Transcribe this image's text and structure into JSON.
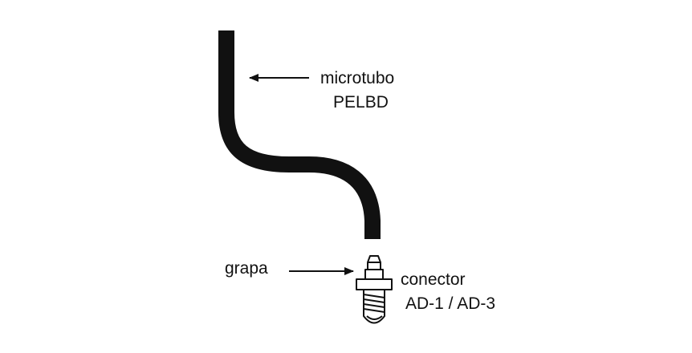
{
  "labels": {
    "tube_line1": "microtubo",
    "tube_line2": "PELBD",
    "clip": "grapa",
    "connector_line1": "conector",
    "connector_line2": "AD-1 / AD-3"
  },
  "colors": {
    "tube": "#111111",
    "ink": "#111111",
    "background": "#ffffff"
  }
}
